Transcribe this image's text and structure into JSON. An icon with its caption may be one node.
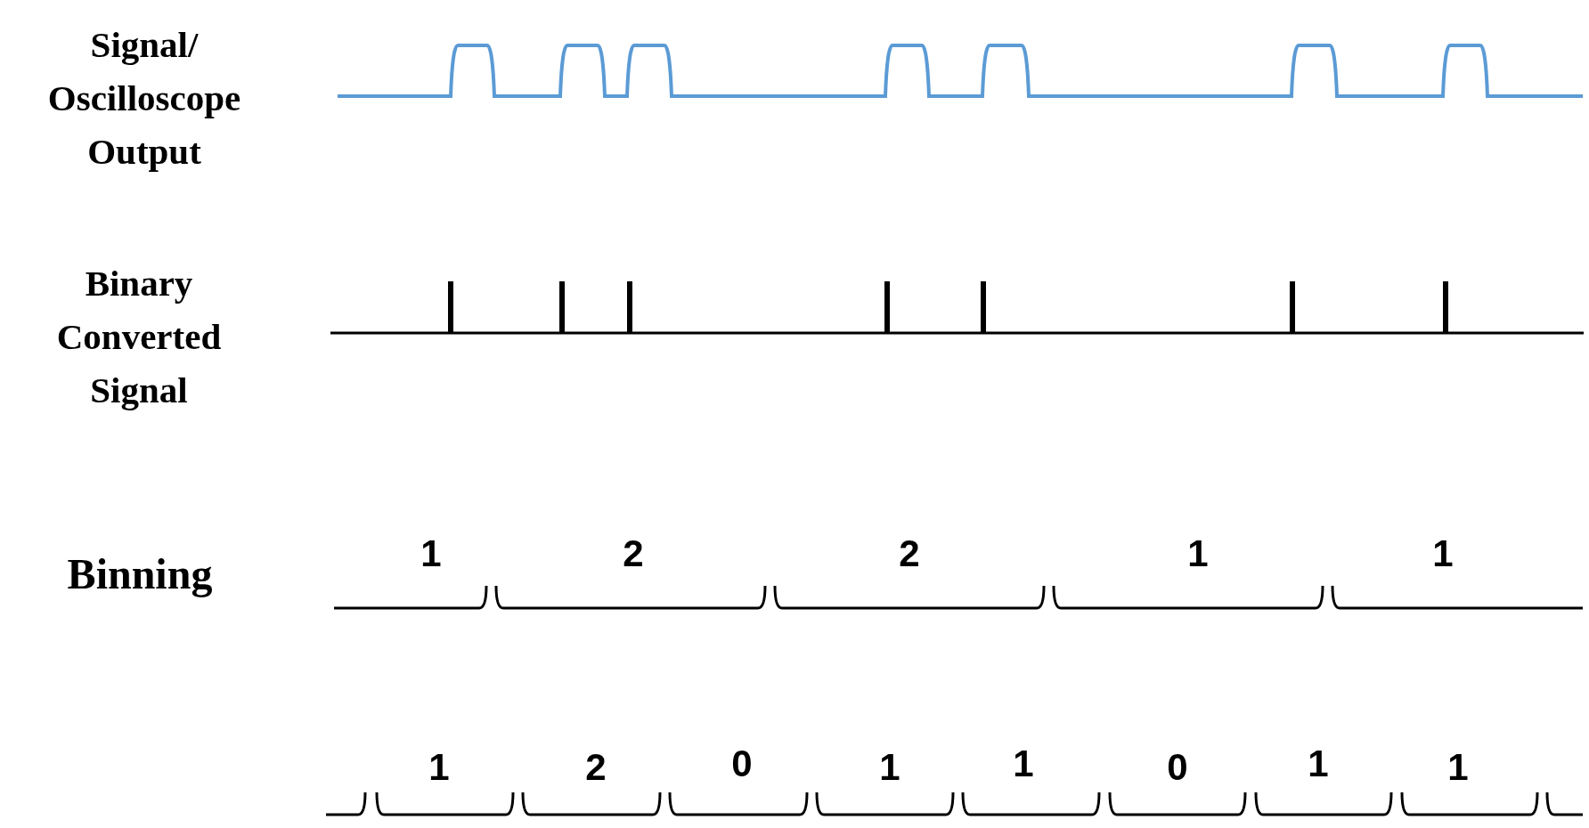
{
  "diagram": {
    "labels": [
      "Signal/ Oscilloscope Output",
      "Binary Converted Signal",
      "Binning",
      "1",
      "2",
      "2",
      "1",
      "1",
      "1",
      "2",
      "0",
      "1",
      "1",
      "0",
      "1",
      "1"
    ]
  }
}
